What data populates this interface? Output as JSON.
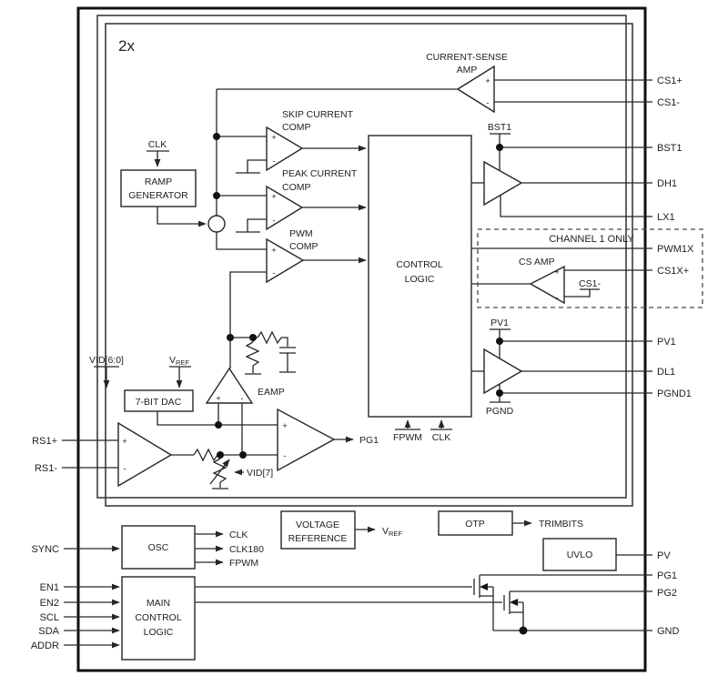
{
  "diagram": {
    "note_2x": "2x",
    "channel1_only": "CHANNEL 1 ONLY",
    "blocks": {
      "ramp_generator": {
        "l1": "RAMP",
        "l2": "GENERATOR"
      },
      "control_logic": {
        "l1": "CONTROL",
        "l2": "LOGIC"
      },
      "dac": "7-BIT DAC",
      "osc": "OSC",
      "main_control_logic": {
        "l1": "MAIN",
        "l2": "CONTROL",
        "l3": "LOGIC"
      },
      "voltage_reference": {
        "l1": "VOLTAGE",
        "l2": "REFERENCE"
      },
      "otp": "OTP",
      "uvlo": "UVLO"
    },
    "amps": {
      "current_sense_amp": {
        "l1": "CURRENT-SENSE",
        "l2": "AMP"
      },
      "skip_comp": {
        "l1": "SKIP CURRENT",
        "l2": "COMP"
      },
      "peak_comp": {
        "l1": "PEAK CURRENT",
        "l2": "COMP"
      },
      "pwm_comp": {
        "l1": "PWM",
        "l2": "COMP"
      },
      "cs_amp": "CS AMP",
      "eamp": "EAMP"
    },
    "terminals": {
      "clk_top": "CLK",
      "bst1": "BST1",
      "pv1": "PV1",
      "pgnd": "PGND",
      "cs1_minus_internal": "CS1-",
      "fpwm": "FPWM",
      "clk_bottom": "CLK",
      "vid60": "VID[6:0]",
      "vid7": "VID[7]",
      "pg1_out": "PG1",
      "osc_clk": "CLK",
      "osc_clk180": "CLK180",
      "osc_fpwm": "FPWM",
      "trimbits": "TRIMBITS",
      "vref_v": "V",
      "vref_sub": "REF"
    },
    "pins_left": [
      "RS1+",
      "RS1-",
      "SYNC",
      "EN1",
      "EN2",
      "SCL",
      "SDA",
      "ADDR"
    ],
    "pins_right": [
      "CS1+",
      "CS1-",
      "BST1",
      "DH1",
      "LX1",
      "PWM1X",
      "CS1X+",
      "PV1",
      "DL1",
      "PGND1",
      "PV",
      "PG1",
      "PG2",
      "GND"
    ],
    "polarity": {
      "plus": "+",
      "minus": "-"
    }
  },
  "colors": {
    "line": "#262626",
    "background": "#ffffff"
  }
}
